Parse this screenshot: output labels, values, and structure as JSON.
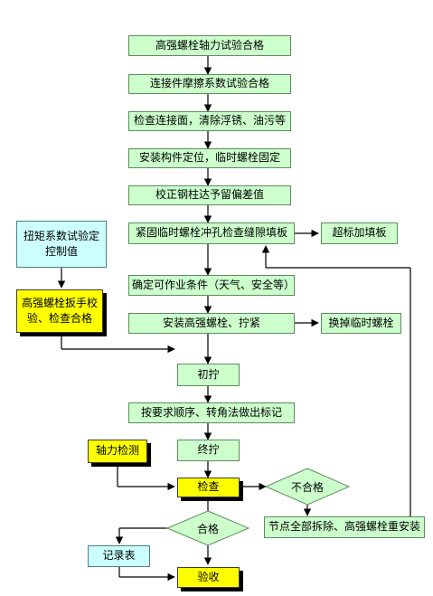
{
  "steps": {
    "s1": "高强螺栓轴力试验合格",
    "s2": "连接件摩擦系数试验合格",
    "s3": "检查连接面，清除浮锈、油污等",
    "s4": "安装构件定位，临时螺栓固定",
    "s5": "校正钢柱达予留偏差值",
    "s6": "紧固临时螺栓冲孔检查缝隙填板",
    "s6_side": "超标加填板",
    "s7": "确定可作业条件（天气、安全等）",
    "s8": "安装高强螺栓、拧紧",
    "s8_side": "换掉临时螺栓",
    "s9": "初拧",
    "s10": "按要求顺序、转角法做出标记",
    "s11": "终拧",
    "s12": "检查",
    "s13": "验收"
  },
  "inputs": {
    "torque_test": "扭矩系数试验定控制值",
    "wrench_check": "高强螺栓扳手校验、检查合格",
    "axial_check": "轴力检测",
    "record_table": "记录表"
  },
  "decisions": {
    "fail": "不合格",
    "pass": "合格",
    "rework": "节点全部拆除、高强螺栓重安装"
  },
  "colors": {
    "process_fill": "#ccffcc",
    "highlight_fill": "#ffff00",
    "input_fill": "#ccffff",
    "decision_fill": "#ccffcc",
    "line": "#000000"
  }
}
